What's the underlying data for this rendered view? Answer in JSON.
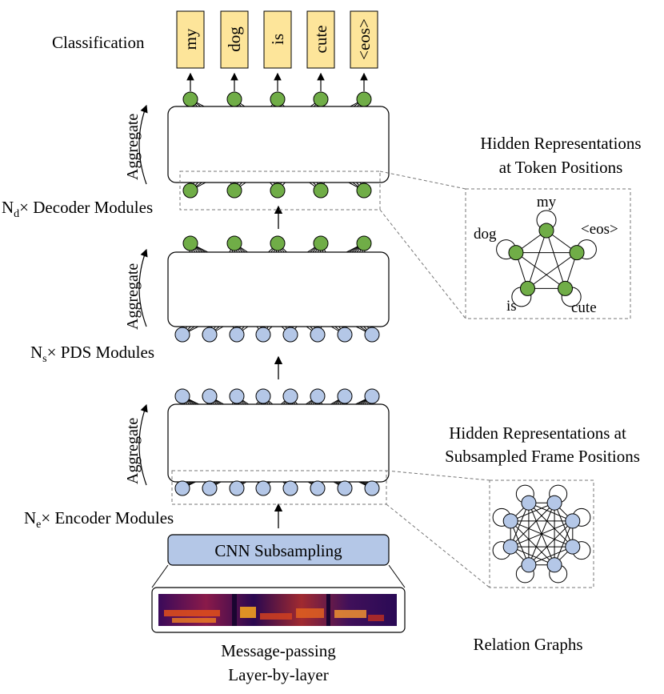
{
  "tokens": [
    "my",
    "dog",
    "is",
    "cute",
    "<eos>"
  ],
  "labels": {
    "classification": "Classification",
    "aggregate": "Aggregate",
    "decoder_prefix": "N",
    "decoder_sub": "d",
    "decoder_suffix": "× Decoder Modules",
    "pds_prefix": "N",
    "pds_sub": "s",
    "pds_suffix": "× PDS Modules",
    "encoder_prefix": "N",
    "encoder_sub": "e",
    "encoder_suffix": "× Encoder Modules",
    "cnn": "CNN Subsampling",
    "message_passing_1": "Message-passing",
    "message_passing_2": "Layer-by-layer",
    "hidden_token_1": "Hidden Representations",
    "hidden_token_2": "at Token Positions",
    "hidden_frame_1": "Hidden Representations at",
    "hidden_frame_2": "Subsampled Frame Positions",
    "relation_graphs": "Relation Graphs"
  },
  "graph_token_labels": {
    "my": "my",
    "dog": "dog",
    "eos": "<eos>",
    "is": "is",
    "cute": "cute"
  },
  "colors": {
    "token_fill": "#fde59a",
    "green_node": "#70ad47",
    "blue_node": "#b4c7e7",
    "cnn_fill": "#b4c7e7"
  }
}
